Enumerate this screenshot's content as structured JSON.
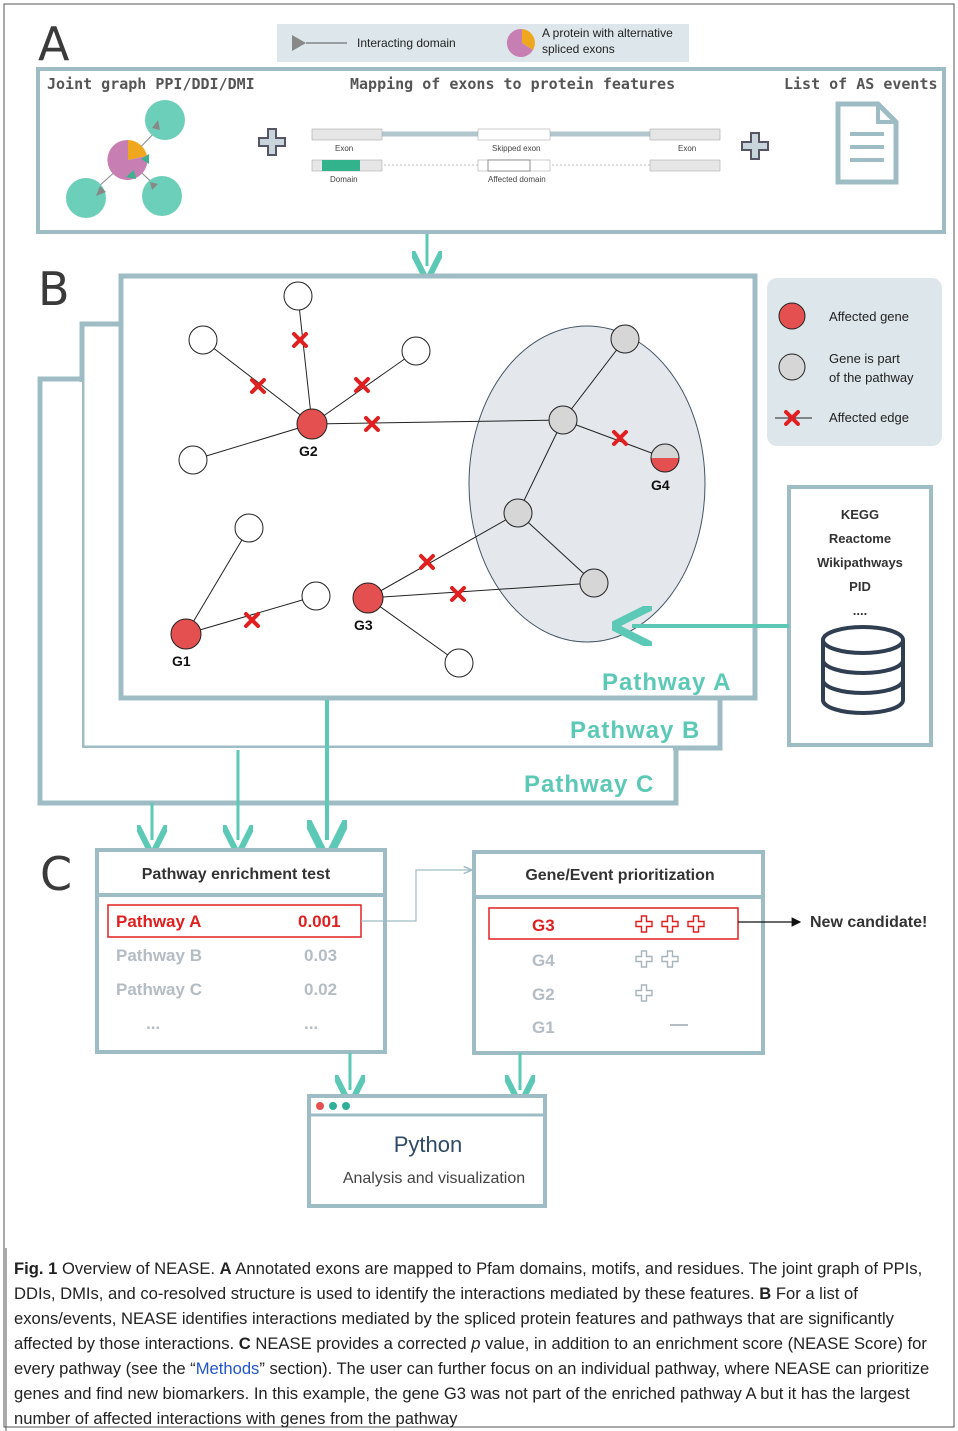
{
  "panel_a": {
    "letter": "A",
    "legend": {
      "interacting_domain": "Interacting domain",
      "alt_spliced_line1": "A protein with alternative",
      "alt_spliced_line2": "spliced exons"
    },
    "joint_graph_title": "Joint graph PPI/DDI/DMI",
    "mapping_title": "Mapping of exons to protein features",
    "as_events_title": "List of AS events",
    "exon_left": "Exon",
    "skipped_exon": "Skipped exon",
    "exon_right": "Exon",
    "domain": "Domain",
    "affected_domain": "Affected domain"
  },
  "panel_b": {
    "letter": "B",
    "genes": {
      "g1": "G1",
      "g2": "G2",
      "g3": "G3",
      "g4": "G4"
    },
    "legend": {
      "affected_gene": "Affected gene",
      "part_of_pathway_line1": "Gene is part",
      "part_of_pathway_line2": "of the pathway",
      "affected_edge": "Affected edge"
    },
    "pathways": {
      "a": "Pathway A",
      "b": "Pathway B",
      "c": "Pathway C"
    },
    "databases": [
      "KEGG",
      "Reactome",
      "Wikipathways",
      "PID",
      "...."
    ]
  },
  "panel_c": {
    "letter": "C",
    "enrichment": {
      "title": "Pathway enrichment test",
      "rows": [
        {
          "name": "Pathway A",
          "value": "0.001",
          "highlight": true
        },
        {
          "name": "Pathway B",
          "value": "0.03",
          "highlight": false
        },
        {
          "name": "Pathway C",
          "value": "0.02",
          "highlight": false
        },
        {
          "name": "...",
          "value": "...",
          "highlight": false
        }
      ]
    },
    "prioritization": {
      "title": "Gene/Event prioritization",
      "rows": [
        {
          "gene": "G3",
          "plus_count": 3,
          "highlight": true
        },
        {
          "gene": "G4",
          "plus_count": 2,
          "highlight": false
        },
        {
          "gene": "G2",
          "plus_count": 1,
          "highlight": false
        },
        {
          "gene": "G1",
          "plus_count": 0,
          "highlight": false
        }
      ]
    },
    "new_candidate": "New candidate!",
    "python_title": "Python",
    "python_sub": "Analysis and visualization"
  },
  "colors": {
    "teal": "#5cc9b6",
    "frame": "#9dbcc4",
    "red": "#e45050",
    "node_grey": "#d6d6d6",
    "legend_bg": "#dde6ea"
  },
  "caption": {
    "fig_label": "Fig. 1",
    "title": " Overview of NEASE. ",
    "a_label": "A",
    "a_text": " Annotated exons are mapped to Pfam domains, motifs, and residues. The joint graph of PPIs, DDIs, DMIs, and co-resolved structure is used to identify the interactions mediated by these features. ",
    "b_label": "B",
    "b_text": " For a list of exons/events, NEASE identifies interactions mediated by the spliced protein features and pathways that are significantly affected by those interactions. ",
    "c_label": "C",
    "c_text_1": " NEASE provides a corrected ",
    "c_p": "p",
    "c_text_2": " value, in addition to an enrichment score (NEASE Score) for every pathway (see the “",
    "methods_link": "Methods",
    "c_text_3": "” section). The user can further focus on an individual pathway, where NEASE can prioritize genes and find new biomarkers. In this example, the gene G3 was not part of the enriched pathway A but it has the largest number of affected interactions with genes from the pathway"
  }
}
